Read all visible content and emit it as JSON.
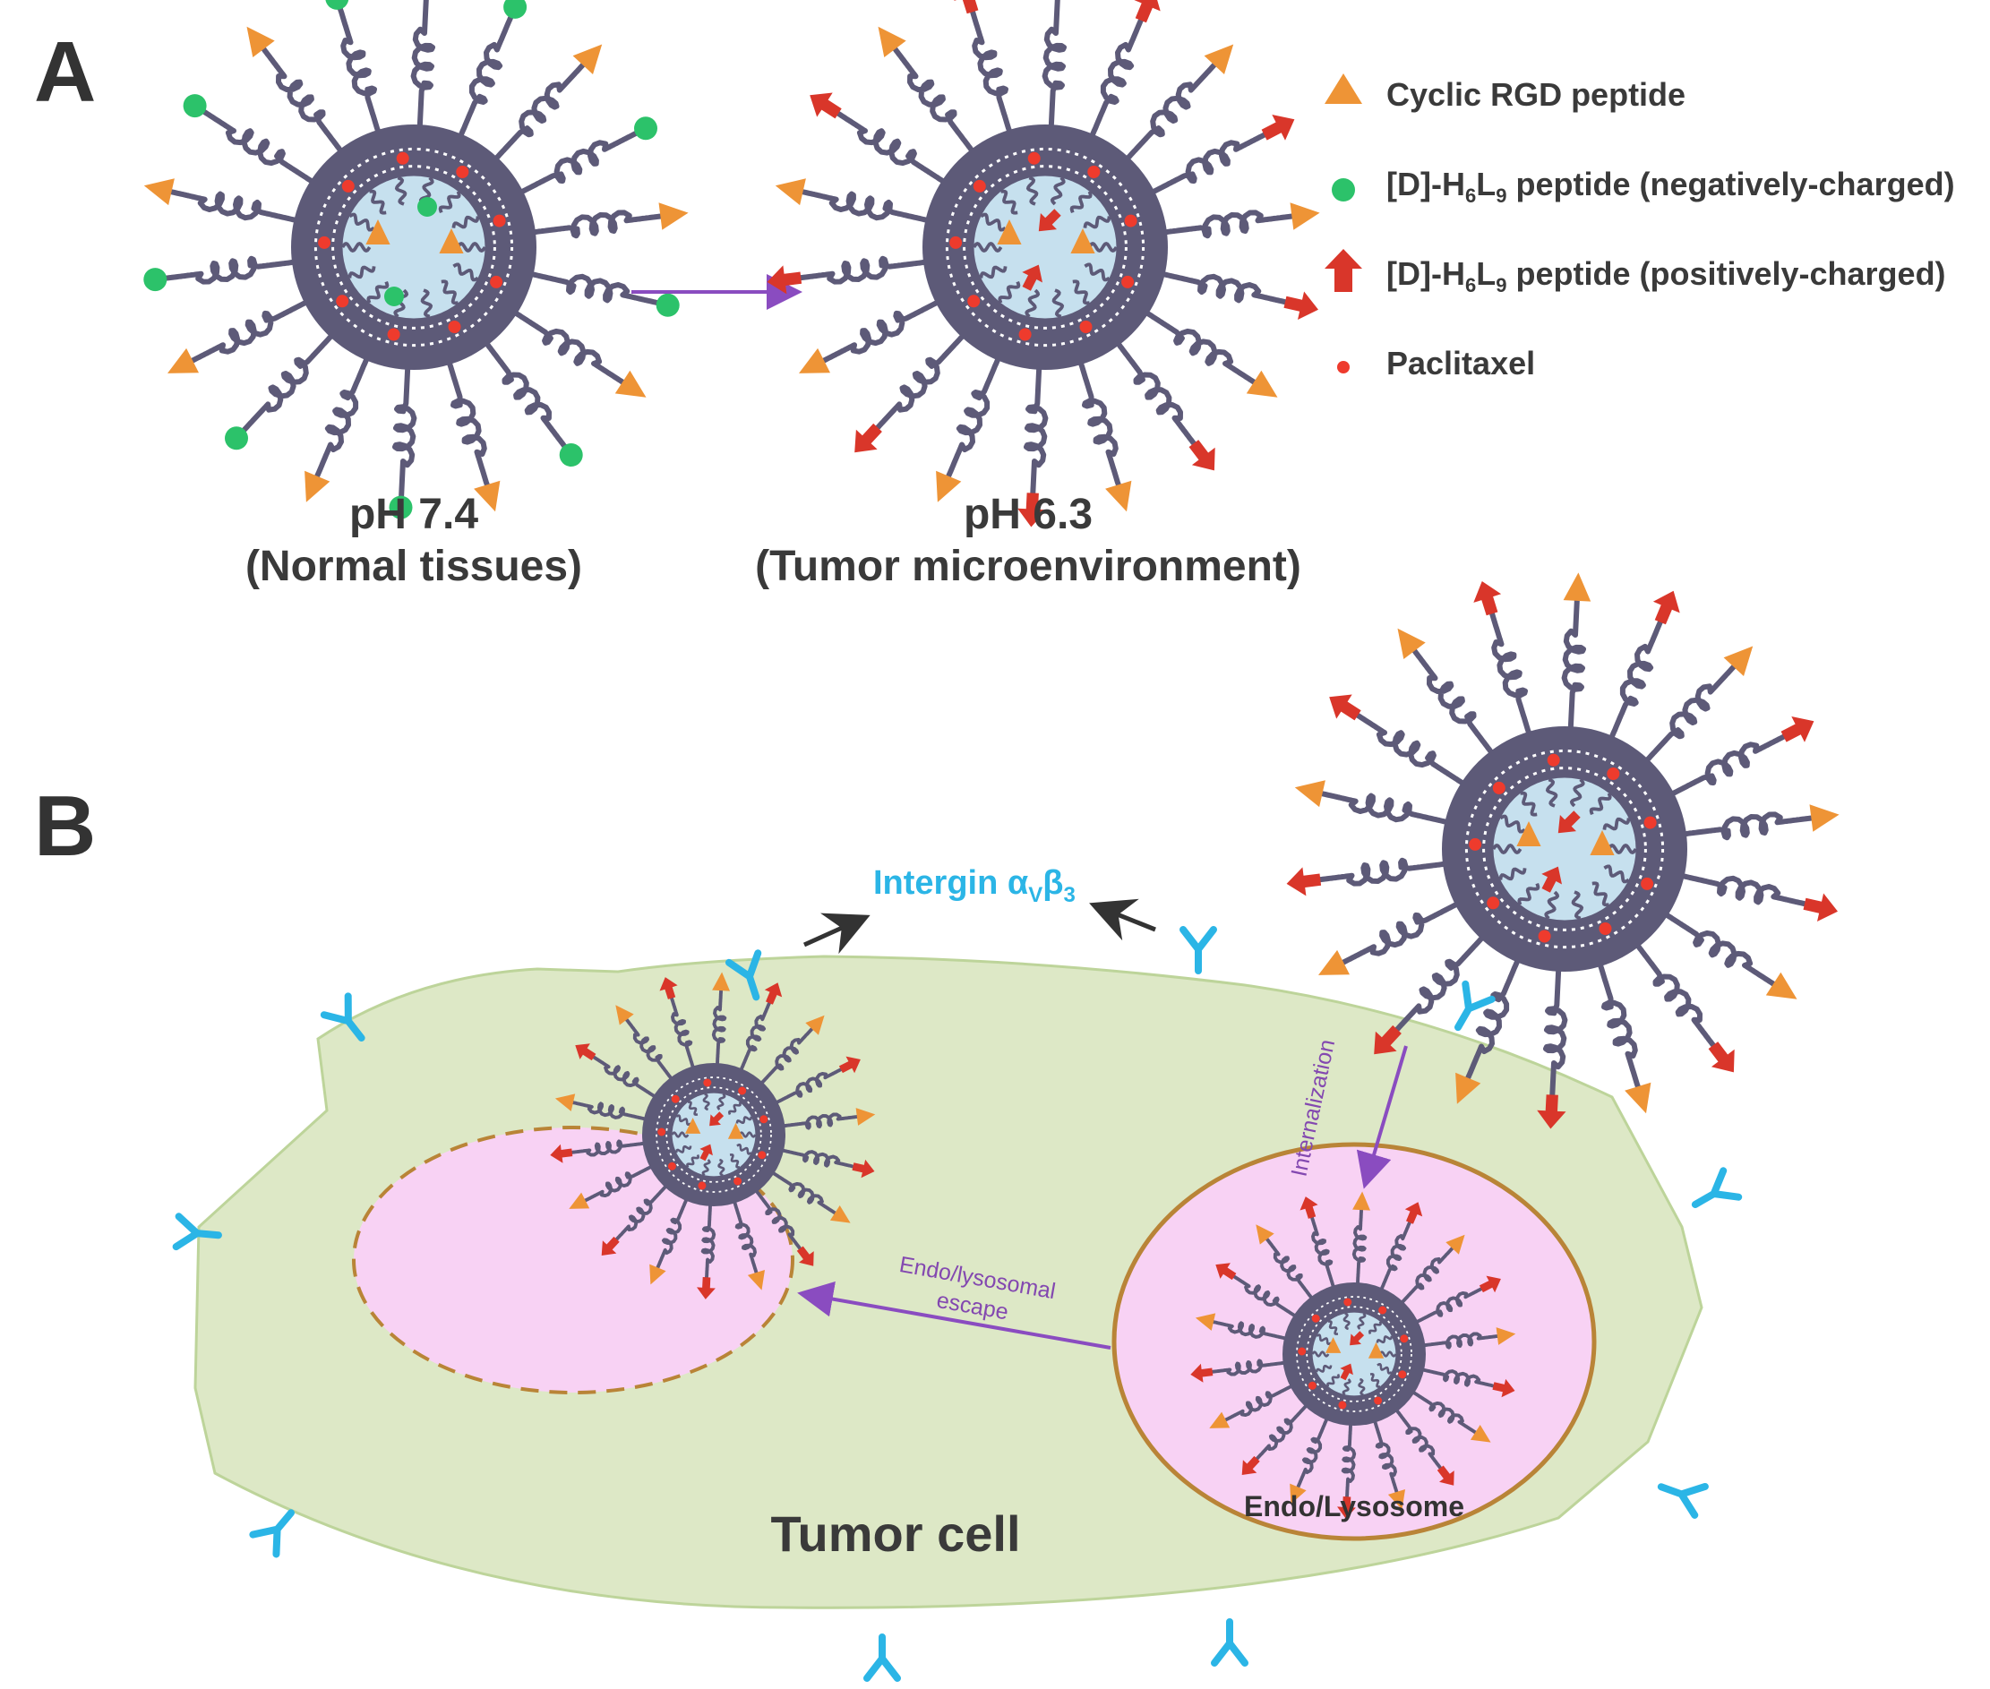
{
  "panels": {
    "a_label": "A",
    "b_label": "B"
  },
  "states": {
    "normal_ph": "pH 7.4",
    "normal_desc": "(Normal tissues)",
    "tumor_ph": "pH 6.3",
    "tumor_desc": "(Tumor microenvironment)"
  },
  "legend": {
    "rgd": "Cyclic RGD peptide",
    "neg_prefix": "[D]-H",
    "neg_sub1": "6",
    "neg_mid": "L",
    "neg_sub2": "9",
    "neg_suffix": " peptide (negatively-charged)",
    "pos_prefix": "[D]-H",
    "pos_sub1": "6",
    "pos_mid": "L",
    "pos_sub2": "9",
    "pos_suffix": " peptide (positively-charged)",
    "paclitaxel": "Paclitaxel"
  },
  "panel_b": {
    "integrin_main": "Intergin α",
    "integrin_sub1": "V",
    "integrin_mid": "β",
    "integrin_sub2": "3",
    "internalization": "Internalization",
    "escape_line1": "Endo/lysosomal",
    "escape_line2": "escape",
    "endo_label": "Endo/Lysosome",
    "cell_label": "Tumor cell"
  },
  "colors": {
    "micelle_shell": "#5d5a78",
    "micelle_core": "#c6e0ee",
    "rgd_triangle": "#ee9436",
    "neg_peptide": "#2cc26a",
    "pos_peptide": "#d9362a",
    "paclitaxel": "#ee3b2d",
    "process_arrow": "#8a4cc0",
    "integrin": "#2bb5e6",
    "cell_fill": "#dde8c6",
    "endosome_fill": "#f8d2f4",
    "endosome_border": "#b98437"
  }
}
